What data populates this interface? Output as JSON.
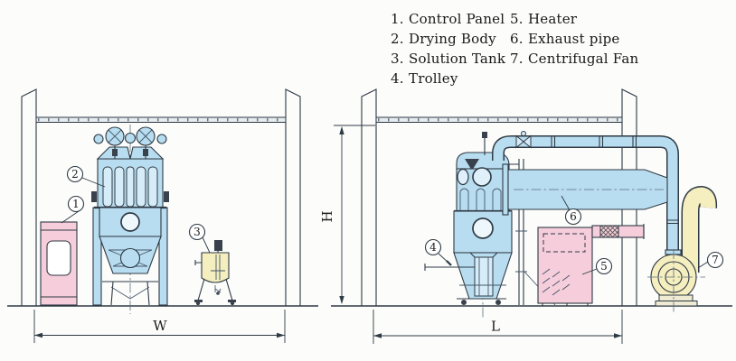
{
  "legend": {
    "column1": [
      {
        "num": "1.",
        "label": "Control Panel"
      },
      {
        "num": "2.",
        "label": "Drying Body"
      },
      {
        "num": "3.",
        "label": "Solution Tank"
      },
      {
        "num": "4.",
        "label": "Trolley"
      }
    ],
    "column2": [
      {
        "num": "5.",
        "label": "Heater"
      },
      {
        "num": "6.",
        "label": "Exhaust pipe"
      },
      {
        "num": "7.",
        "label": "Centrifugal Fan"
      }
    ]
  },
  "dimensions": {
    "width": "W",
    "height": "H",
    "length": "L"
  },
  "callouts": {
    "c1": "1",
    "c2": "2",
    "c3": "3",
    "c4": "4",
    "c5": "5",
    "c6": "6",
    "c7": "7"
  },
  "colors": {
    "machine_blue": "#b9ddf0",
    "panel_pink": "#f6cdda",
    "tank_yellow": "#f5eebf",
    "outline": "#2e3a44"
  }
}
